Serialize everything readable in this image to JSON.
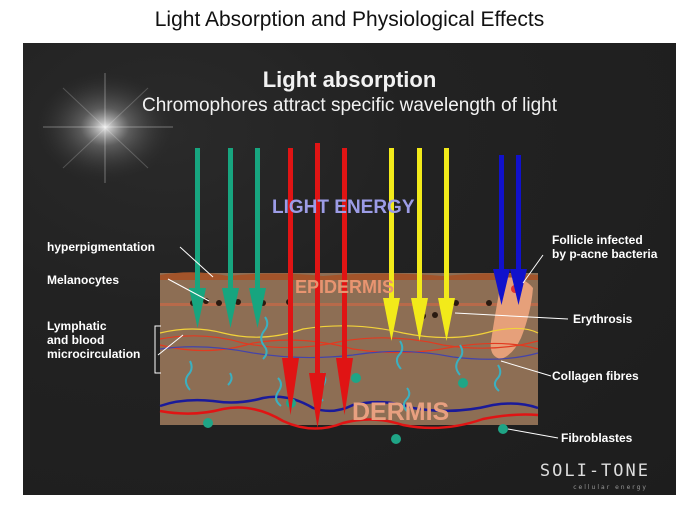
{
  "page_title": "Light Absorption and Physiological Effects",
  "slide": {
    "title": "Light absorption",
    "subtitle": "Chromophores attract specific wavelength of light",
    "light_energy_label": "LIGHT ENERGY",
    "epidermis_label": "EPIDERMIS",
    "dermis_label": "DERMIS",
    "labels": {
      "hyperpigmentation": "hyperpigmentation",
      "melanocytes": "Melanocytes",
      "lymphatic": "Lymphatic\nand blood\nmicrocirculation",
      "follicle": "Follicle infected\nby p-acne bacteria",
      "erythrosis": "Erythrosis",
      "collagen": "Collagen fibres",
      "fibroblastes": "Fibroblastes"
    },
    "brand": "SOLI-TONE",
    "brand_tagline": "cellular energy"
  },
  "colors": {
    "green_light": "#17a57f",
    "red_light": "#e01414",
    "yellow_light": "#f2ea1a",
    "blue_light": "#1111cc",
    "skin": "#8d6e54",
    "epidermis_text": "#e89470",
    "dermis_text": "#e8a080",
    "light_energy_text": "#9c9ce6"
  }
}
